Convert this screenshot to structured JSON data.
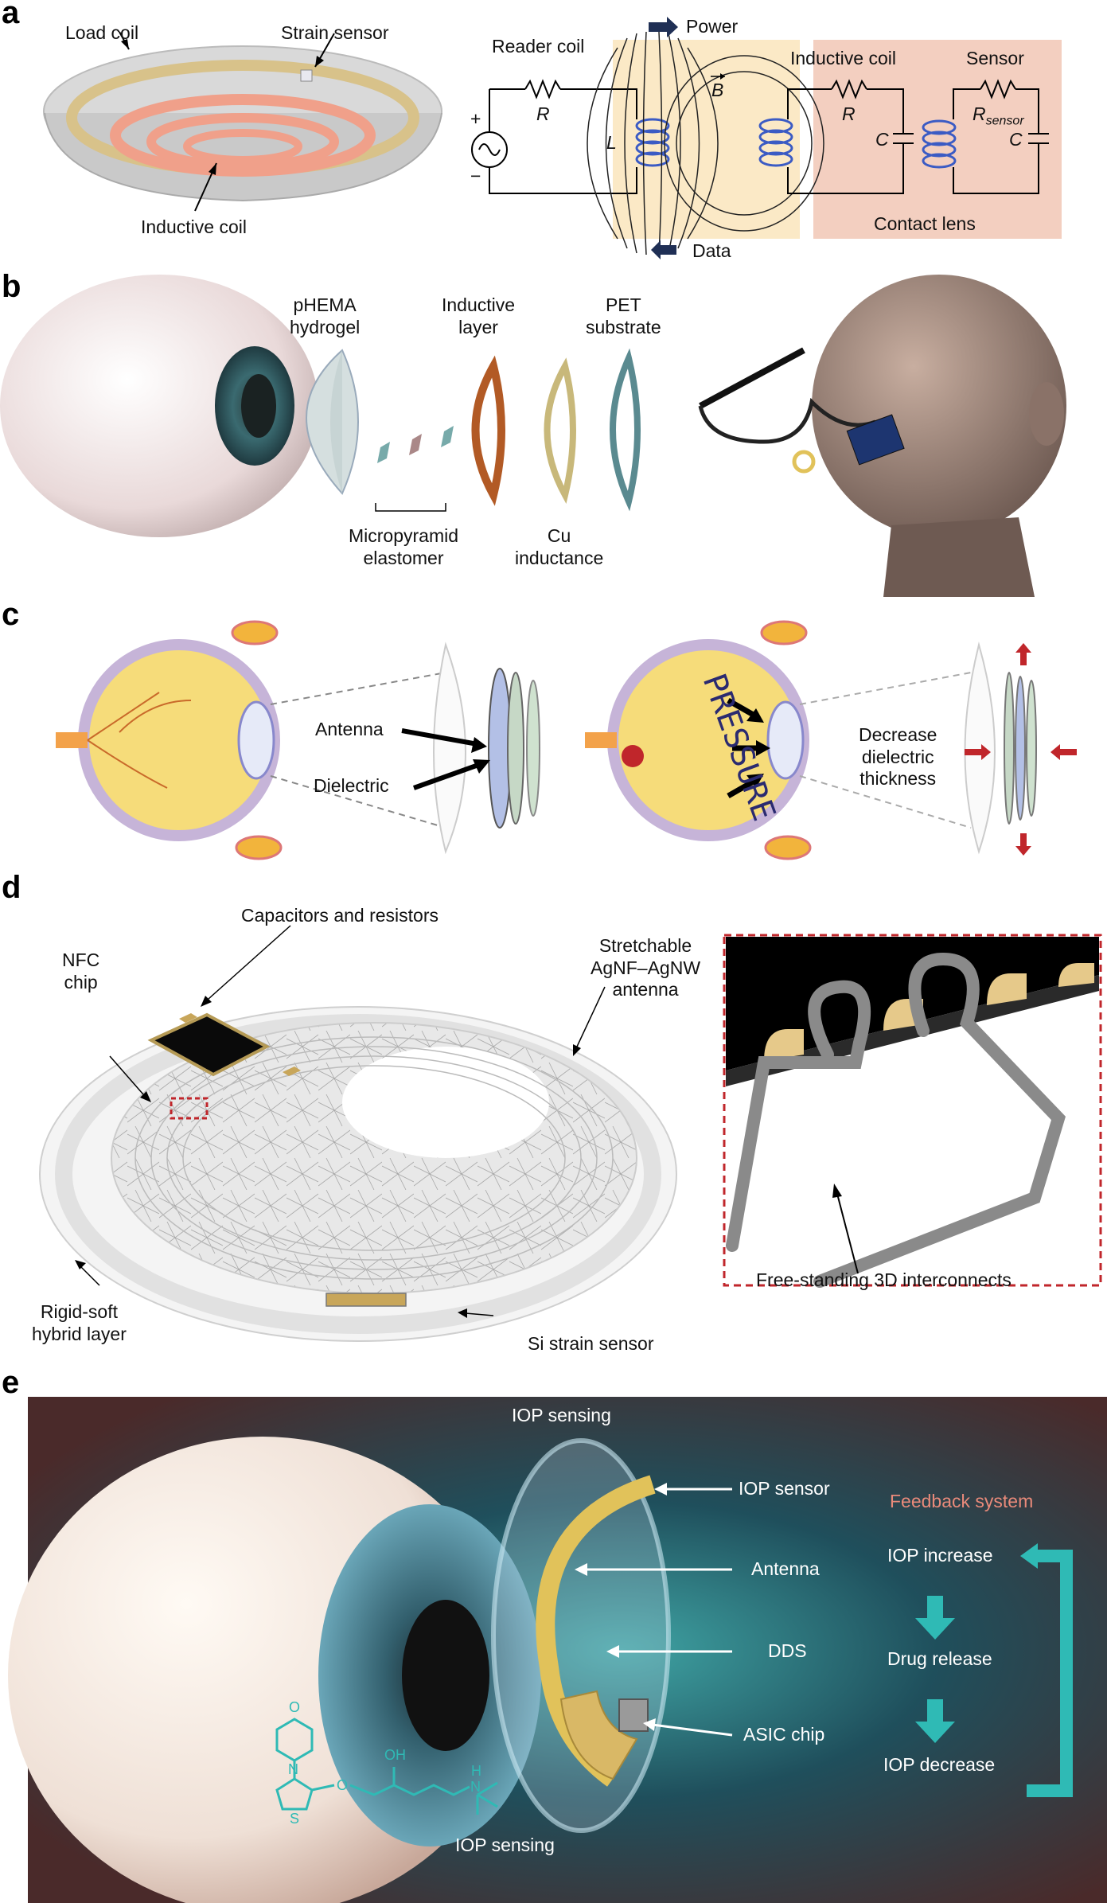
{
  "panels": {
    "a": {
      "label": "a",
      "load_coil": "Load coil",
      "strain_sensor": "Strain sensor",
      "inductive_coil_bottom": "Inductive coil",
      "reader_coil": "Reader coil",
      "power": "Power",
      "data": "Data",
      "b_field": "B",
      "r_reader": "R",
      "l_reader": "L",
      "inductive_coil_title": "Inductive coil",
      "r_lens": "R",
      "c_lens": "C",
      "sensor": "Sensor",
      "r_sensor_main": "R",
      "r_sensor_sub": "sensor",
      "c_sensor": "C",
      "contact_lens": "Contact lens",
      "plus": "+",
      "minus": "−"
    },
    "b": {
      "label": "b",
      "phema_line1": "pHEMA",
      "phema_line2": "hydrogel",
      "inductive_line1": "Inductive",
      "inductive_line2": "layer",
      "pet_line1": "PET",
      "pet_line2": "substrate",
      "micro_line1": "Micropyramid",
      "micro_line2": "elastomer",
      "cu_line1": "Cu",
      "cu_line2": "inductance"
    },
    "c": {
      "label": "c",
      "antenna": "Antenna",
      "dielectric": "Dielectric",
      "pressure": "PRESSURE",
      "decrease_line1": "Decrease",
      "decrease_line2": "dielectric",
      "decrease_line3": "thickness"
    },
    "d": {
      "label": "d",
      "nfc_line1": "NFC",
      "nfc_line2": "chip",
      "cap_res": "Capacitors and resistors",
      "stretch_line1": "Stretchable",
      "stretch_line2": "AgNF–AgNW",
      "stretch_line3": "antenna",
      "rigid_line1": "Rigid-soft",
      "rigid_line2": "hybrid layer",
      "si_strain": "Si strain sensor",
      "free_standing": "Free-standing 3D interconnects"
    },
    "e": {
      "label": "e",
      "iop_sensing_top": "IOP sensing",
      "iop_sensor": "IOP sensor",
      "antenna": "Antenna",
      "dds": "DDS",
      "asic": "ASIC chip",
      "feedback": "Feedback system",
      "iop_increase": "IOP increase",
      "drug_release": "Drug release",
      "iop_decrease": "IOP decrease",
      "iop_sensing_bottom": "IOP sensing",
      "mol_oh": "OH",
      "mol_h": "H",
      "mol_n": "N",
      "mol_o": "O",
      "mol_sn": "S",
      "mol_n2": "N"
    }
  },
  "colors": {
    "coil_blue": "#3b5bc4",
    "reader_bg": "#fbe9c6",
    "lens_bg": "#f3cfc0",
    "arrow_navy": "#1f2f55",
    "red_arrow": "#c0262b",
    "teal": "#2fbab5",
    "feedback_title": "#e98a7a"
  }
}
